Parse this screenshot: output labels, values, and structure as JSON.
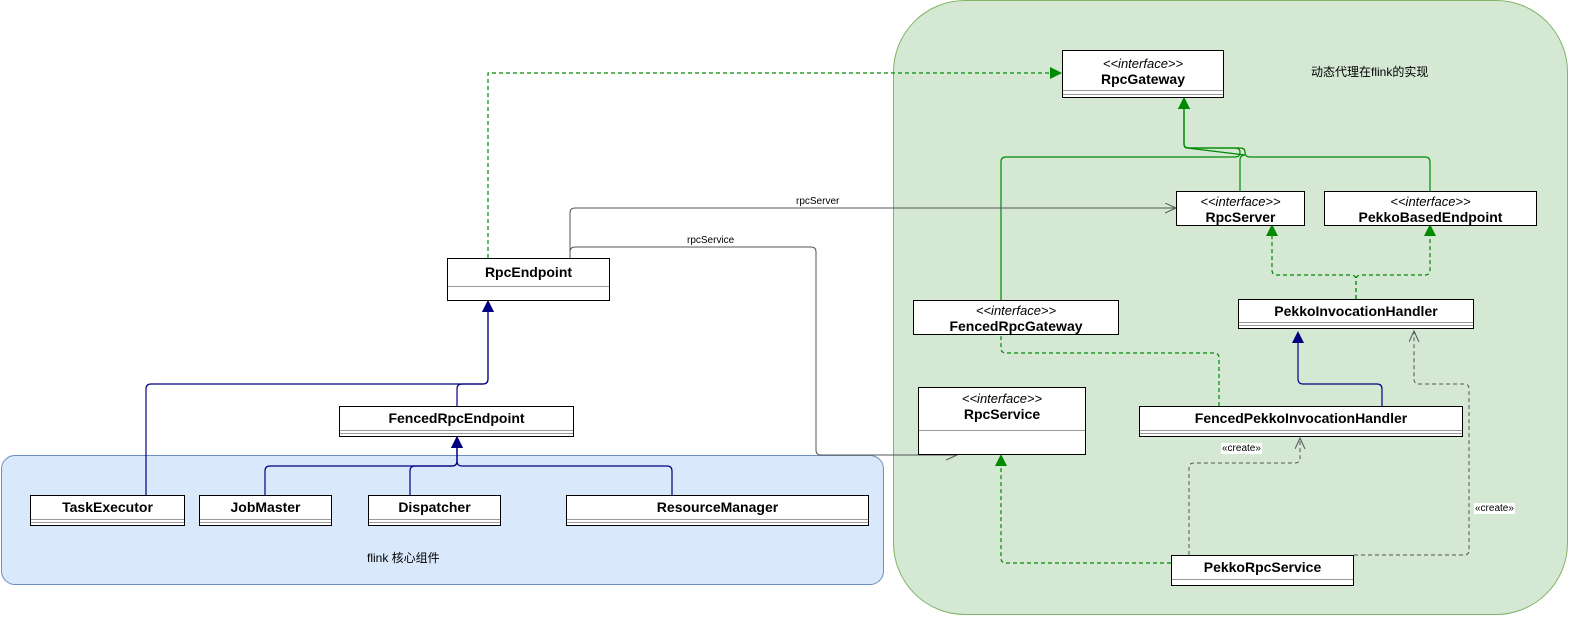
{
  "regions": {
    "green_label": "动态代理在flink的实现",
    "blue_label": "flink 核心组件"
  },
  "classes": {
    "rpc_gateway": {
      "stereotype": "<<interface>>",
      "name": "RpcGateway"
    },
    "rpc_server": {
      "stereotype": "<<interface>>",
      "name": "RpcServer"
    },
    "pekko_based_endpoint": {
      "stereotype": "<<interface>>",
      "name": "PekkoBasedEndpoint"
    },
    "fenced_rpc_gateway": {
      "stereotype": "<<interface>>",
      "name": "FencedRpcGateway"
    },
    "pekko_invocation_handler": {
      "name": "PekkoInvocationHandler"
    },
    "rpc_service": {
      "stereotype": "<<interface>>",
      "name": "RpcService"
    },
    "fenced_pekko_invocation_handler": {
      "name": "FencedPekkoInvocationHandler"
    },
    "pekko_rpc_service": {
      "name": "PekkoRpcService"
    },
    "rpc_endpoint": {
      "name": "RpcEndpoint"
    },
    "fenced_rpc_endpoint": {
      "name": "FencedRpcEndpoint"
    },
    "task_executor": {
      "name": "TaskExecutor"
    },
    "job_master": {
      "name": "JobMaster"
    },
    "dispatcher": {
      "name": "Dispatcher"
    },
    "resource_manager": {
      "name": "ResourceManager"
    }
  },
  "edge_labels": {
    "rpc_server": "rpcServer",
    "rpc_service": "rpcService",
    "create_1": "«create»",
    "create_2": "«create»"
  },
  "colors": {
    "green_fill": "#d5e8d4",
    "green_stroke": "#82b366",
    "blue_fill": "#dae8fc",
    "blue_stroke": "#6c8ebf",
    "realization": "#008a00",
    "inheritance": "#000080",
    "association": "#555555"
  }
}
